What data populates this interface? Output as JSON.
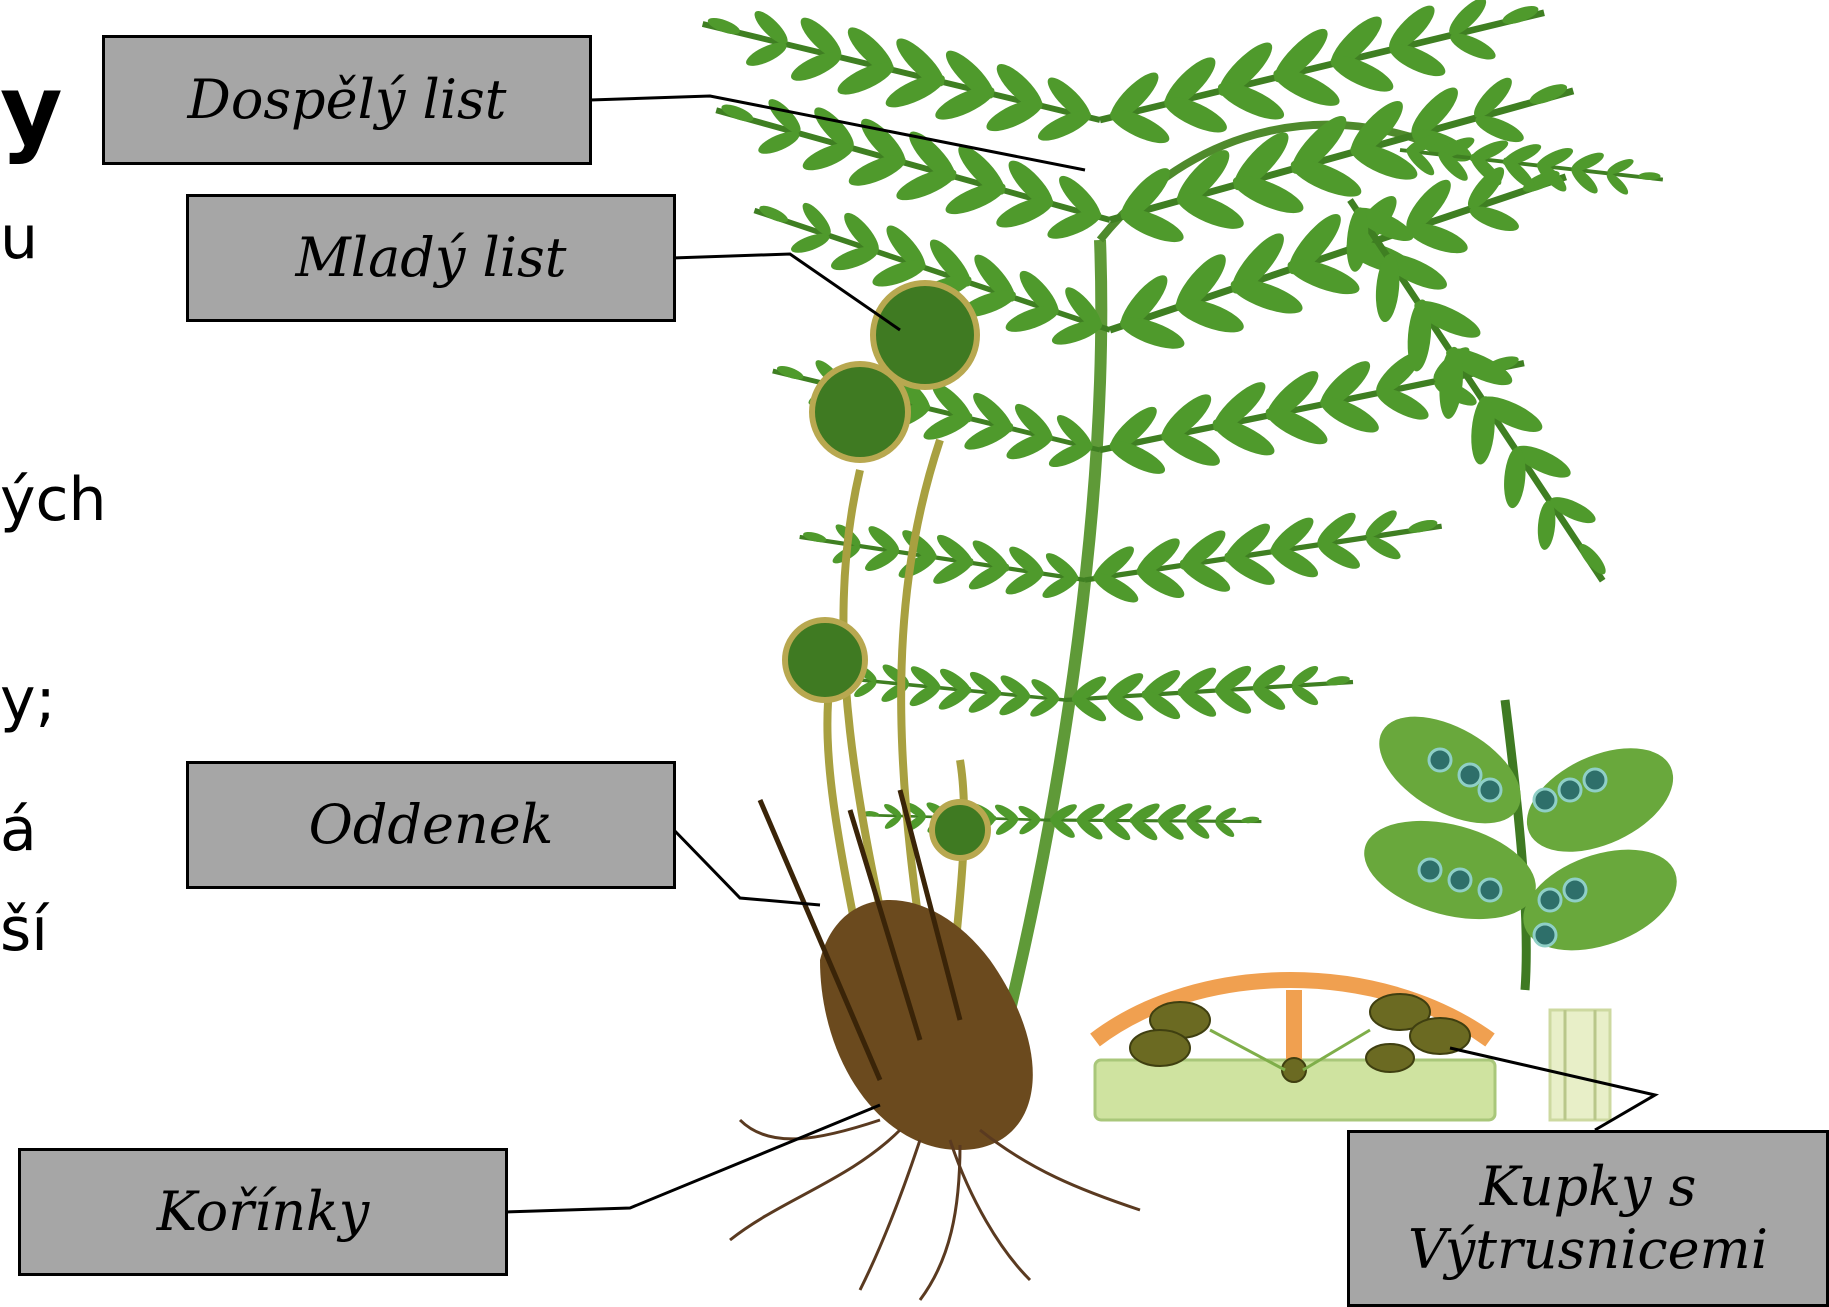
{
  "fragments": [
    "y",
    "u",
    "ých",
    "y;",
    "á",
    "ší"
  ],
  "labels": {
    "dospely_list": "Dospělý list",
    "mlady_list": "Mladý list",
    "oddenek": "Oddenek",
    "korinky": "Kořínky",
    "kupky_line1": "Kupky s",
    "kupky_line2": "Výtrusnicemi"
  },
  "colors": {
    "label_fill": "#a6a6a6",
    "leaf_green": "#4f9a2c",
    "leaf_dark": "#2f6b1a",
    "rhizome": "#6b4a1e",
    "indusium": "#f0a050",
    "spore": "#2e6f6a"
  }
}
